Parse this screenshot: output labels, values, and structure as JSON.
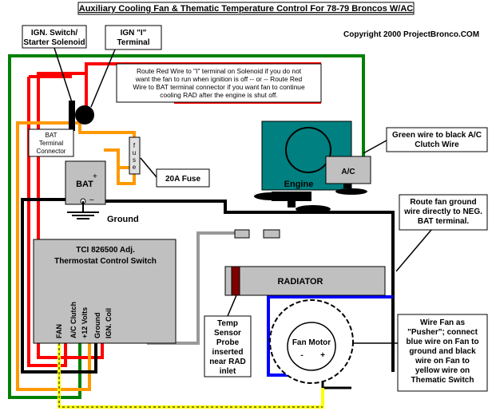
{
  "title": "Auxiliary Cooling Fan & Thematic Temperature Control For 78-79 Broncos W/AC",
  "copyright": "Copyright 2000 ProjectBronco.COM",
  "callouts": {
    "ign_switch": [
      "IGN. Switch/",
      "Starter Solenoid"
    ],
    "ign_terminal": [
      "IGN \"I\"",
      "Terminal"
    ],
    "red_wire_note": [
      "Route Red Wire to \"I\" terminal on Solenoid if you do not",
      "want the fan to run when ignition is off -- or -- Route Red",
      "Wire to BAT terminal connector if you want fan to continue",
      "cooling RAD after the engine is shut off."
    ],
    "bat_terminal": [
      "BAT",
      "Terminal",
      "Connector"
    ],
    "fuse_letters": [
      "f",
      "u",
      "s",
      "e"
    ],
    "fuse_label": "20A Fuse",
    "green_wire": [
      "Green wire to black A/C",
      "Clutch Wire"
    ],
    "fan_ground": [
      "Route fan ground",
      "wire directly to NEG.",
      "BAT terminal."
    ],
    "temp_sensor": [
      "Temp",
      "Sensor",
      "Probe",
      "inserted",
      "near RAD",
      "inlet"
    ],
    "wire_fan": [
      "Wire Fan as",
      "\"Pusher\"; connect",
      "blue wire on Fan to",
      "ground and black",
      "wire on Fan to",
      "yellow wire on",
      "Thematic Switch"
    ]
  },
  "battery": {
    "label": "BAT",
    "plus": "+",
    "minus": "–"
  },
  "ground_label": "Ground",
  "engine": {
    "label": "Engine",
    "ac_label": "A/C"
  },
  "radiator": {
    "label": "RADIATOR"
  },
  "thermostat": {
    "title_line1": "TCI  826500 Adj.",
    "title_line2": "Thermostat Control Switch",
    "terminals": [
      "FAN",
      "A/C Clutch",
      "+12 Volts",
      "Ground",
      "IGN. Coil"
    ]
  },
  "fan_motor": {
    "label": "Fan Motor",
    "minus": "-",
    "plus": "+"
  },
  "colors": {
    "red": "#ff0000",
    "green": "#008000",
    "yellow": "#ffff00",
    "orange": "#ff9900",
    "blue": "#0000ff",
    "black": "#000000",
    "gray": "#999999",
    "engine_teal": "#008080",
    "box_gray": "#c0c0c0"
  }
}
